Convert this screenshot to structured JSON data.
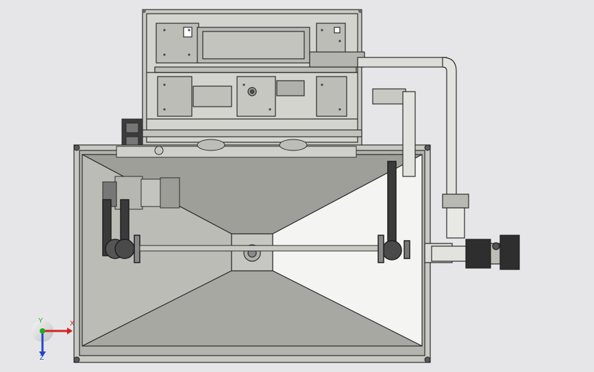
{
  "viewport": {
    "background": "#e6e6e8",
    "view": "top"
  },
  "triad": {
    "x_label": "X",
    "y_label": "Y",
    "z_label": "Z",
    "x_color": "#d42020",
    "y_color": "#22aa22",
    "z_color": "#2244cc"
  },
  "model": {
    "frame_color": "#c9c9c4",
    "hopper_dark": "#9d9d98",
    "hopper_mid": "#b8b8b3",
    "hopper_light": "#f4f4f2",
    "line_color": "#2a2a2a"
  }
}
